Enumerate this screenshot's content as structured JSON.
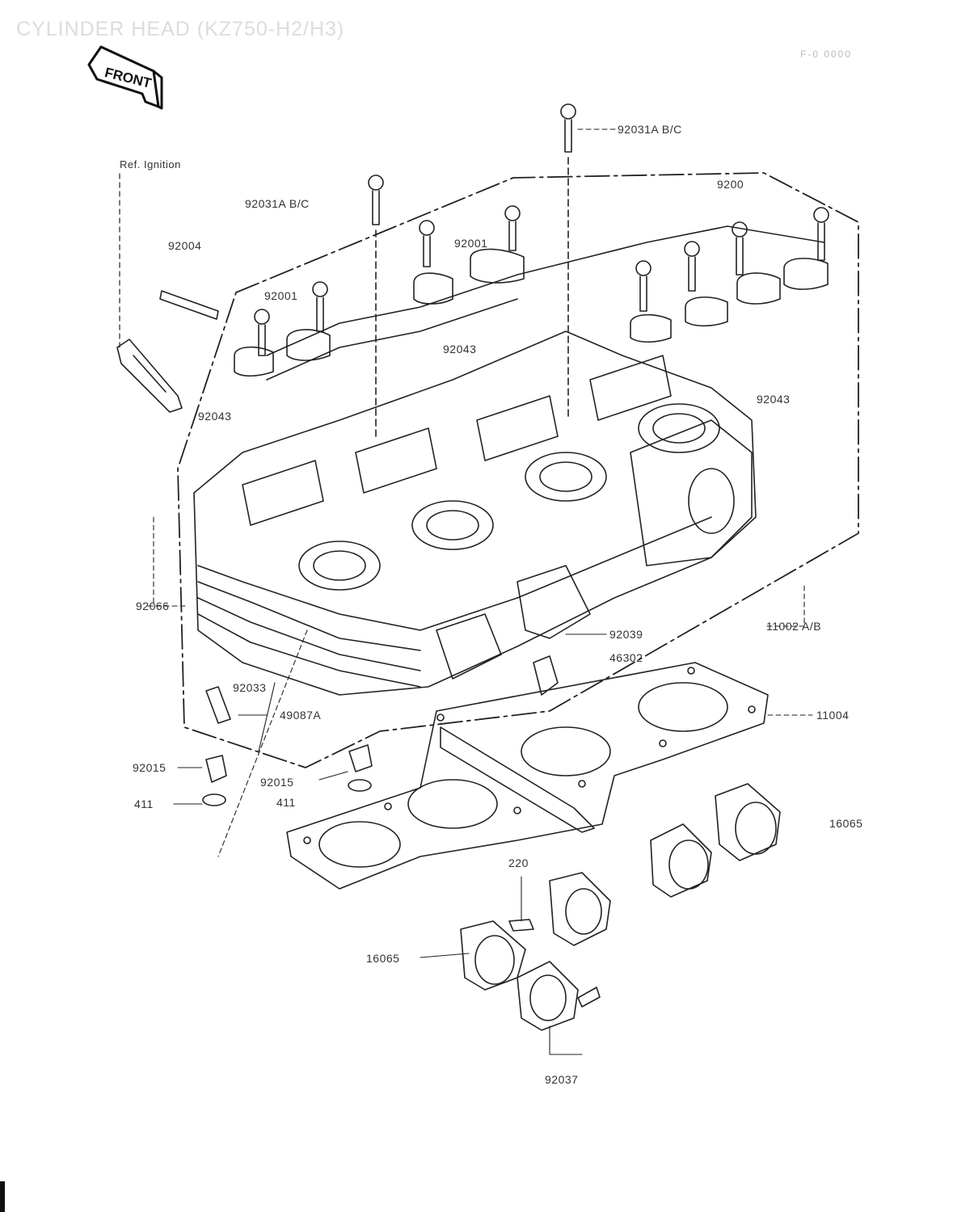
{
  "title": "CYLINDER HEAD (KZ750-H2/H3)",
  "page_ref": "F-0 0000",
  "front_label": "FRONT",
  "labels": {
    "bolt_top": "92031A B/C",
    "ref_ignition": "Ref. Ignition",
    "bolt_left": "92031A B/C",
    "bolt_right": "9200",
    "p92004": "92004",
    "p92001": "92001",
    "p92001b": "92001",
    "p92043a": "92043",
    "p92043b": "92043",
    "p92043c": "92043",
    "p92066": "92066",
    "p11002": "11002 A/B",
    "p92039": "92039",
    "p46302": "46302",
    "p92033": "92033",
    "p49087": "49087A",
    "p11004": "11004",
    "p92015a": "92015",
    "p92015b": "92015",
    "p411a": "411",
    "p411b": "411",
    "p16065a": "16065",
    "p220": "220",
    "p16065b": "16065",
    "p92037": "92037"
  }
}
